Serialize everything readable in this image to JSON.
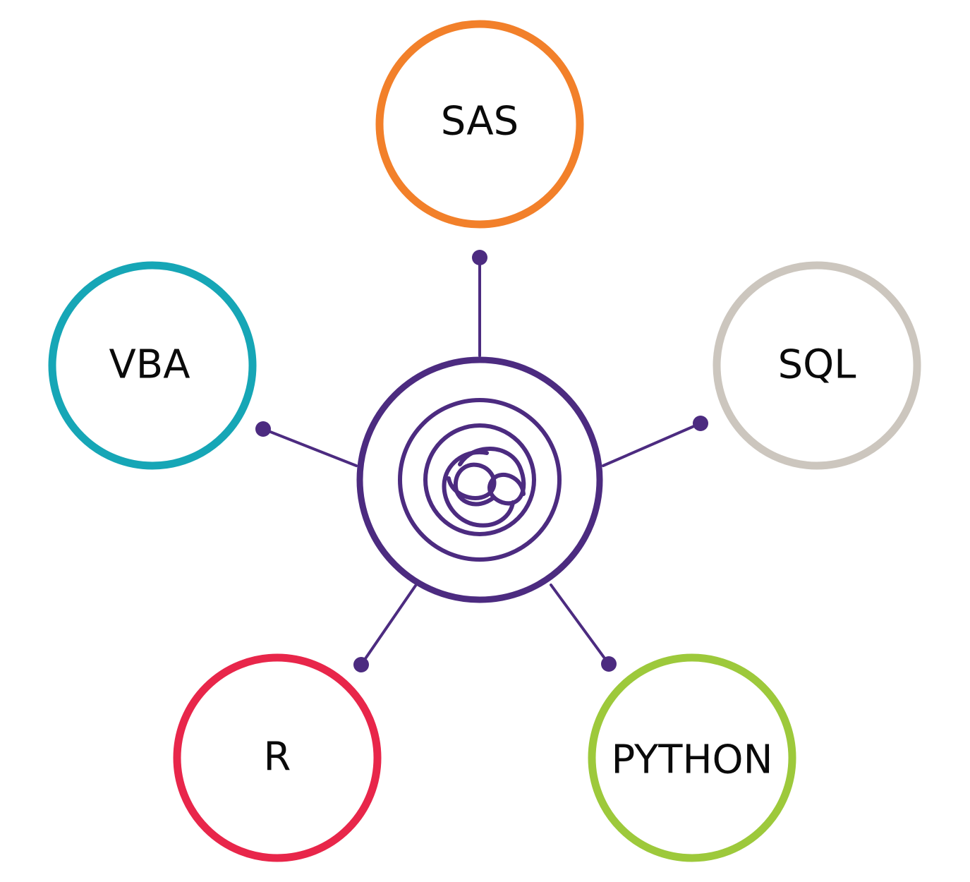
{
  "diagram": {
    "hub_color": "#4c2b80",
    "hub_icon": "swirl-logo-icon",
    "nodes": [
      {
        "label": "SAS",
        "color": "#f2802a"
      },
      {
        "label": "SQL",
        "color": "#ccc6be"
      },
      {
        "label": "PYTHON",
        "color": "#9dc93b"
      },
      {
        "label": "R",
        "color": "#e8264a"
      },
      {
        "label": "VBA",
        "color": "#16a6b6"
      }
    ]
  }
}
